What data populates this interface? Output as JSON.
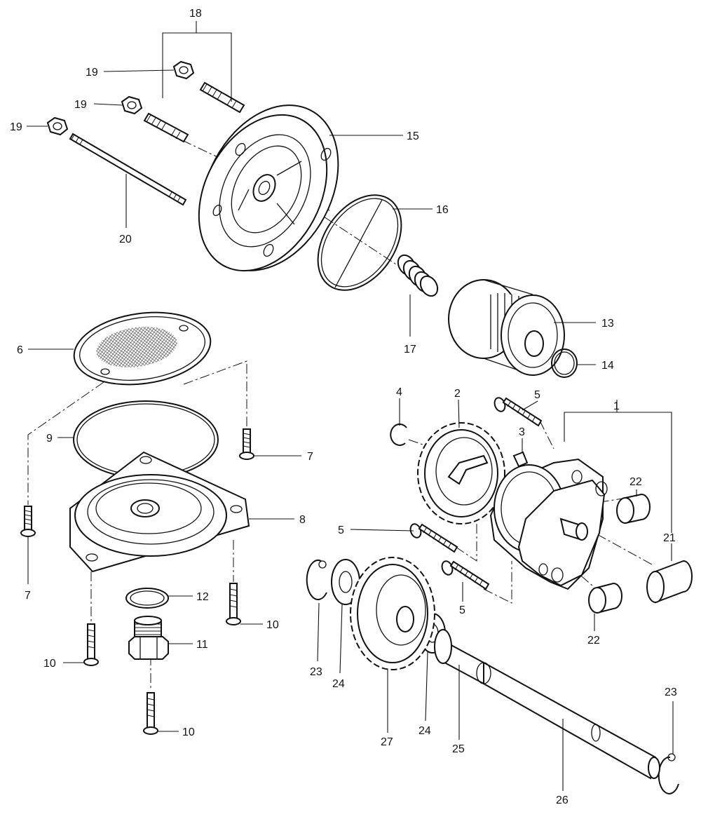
{
  "labels": {
    "p1": "1",
    "p2": "2",
    "p3": "3",
    "p4": "4",
    "p5a": "5",
    "p5b": "5",
    "p5c": "5",
    "p6": "6",
    "p7a": "7",
    "p7b": "7",
    "p8": "8",
    "p9": "9",
    "p10a": "10",
    "p10b": "10",
    "p10c": "10",
    "p11": "11",
    "p12": "12",
    "p13": "13",
    "p14": "14",
    "p15": "15",
    "p16": "16",
    "p17": "17",
    "p18": "18",
    "p19a": "19",
    "p19b": "19",
    "p19c": "19",
    "p20": "20",
    "p21": "21",
    "p22a": "22",
    "p22b": "22",
    "p23a": "23",
    "p23b": "23",
    "p24a": "24",
    "p24b": "24",
    "p25": "25",
    "p26": "26",
    "p27": "27"
  }
}
